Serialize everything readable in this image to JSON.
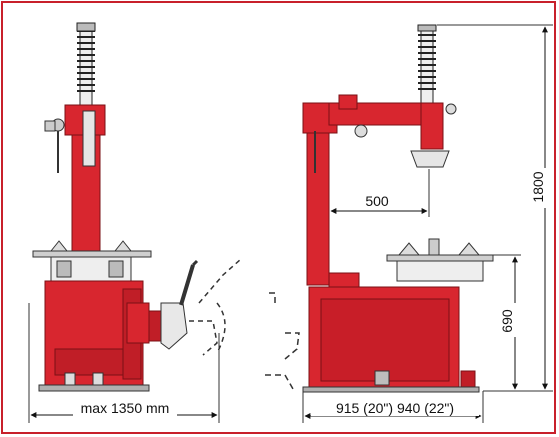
{
  "colors": {
    "machine_red": "#d8262f",
    "dark_red": "#a81820",
    "frame_border": "#c8202b",
    "steel": "#d9d9d9",
    "ink": "#111111"
  },
  "dimensions": {
    "overall_width": "max 1350 mm",
    "height_total": "1800",
    "table_height": "690",
    "arm_reach": "500",
    "base_length": "915 (20\") 940 (22\")"
  }
}
